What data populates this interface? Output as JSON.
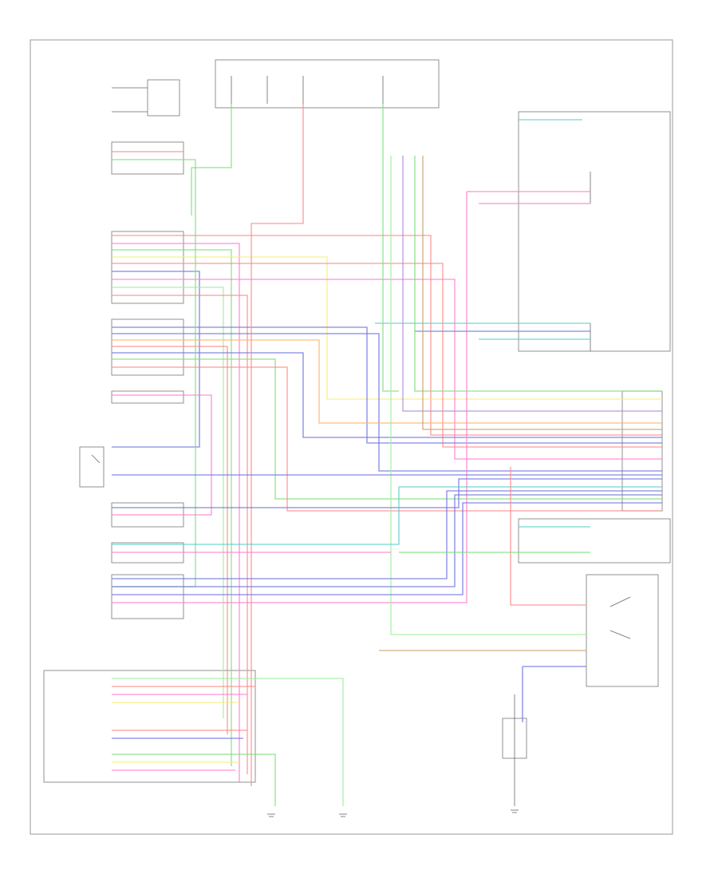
{
  "diagram": {
    "footer_code": "",
    "colors": {
      "red": "#ff8a8a",
      "pink": "#ff7fd0",
      "green": "#7de07d",
      "lightgreen": "#9ef09e",
      "blue": "#6e74e0",
      "yellow": "#f4f07a",
      "orange": "#ffb36b",
      "teal": "#5ad0c8",
      "gray": "#8a8a8a",
      "violet": "#b38ad8",
      "brown": "#c8a070"
    },
    "icons": [
      "ground-symbol",
      "switch-symbol",
      "fuse-symbol"
    ]
  }
}
